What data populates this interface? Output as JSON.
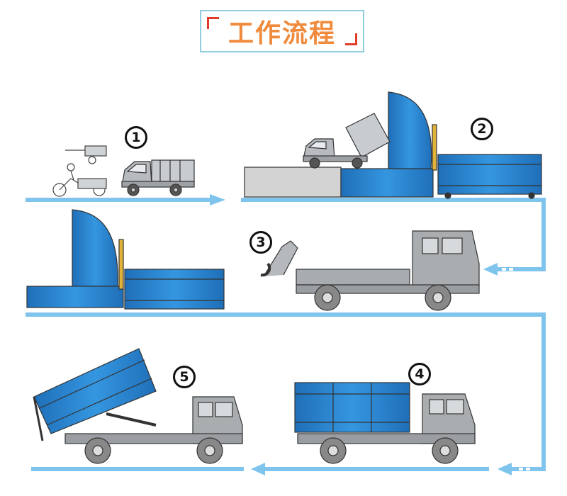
{
  "title": "工作流程",
  "steps": [
    "1",
    "2",
    "3",
    "4",
    "5"
  ],
  "colors": {
    "flow_line": "#7fc4ec",
    "container": "#2d86d4",
    "truck": "#a9adb0",
    "title_text": "#f08a3c",
    "title_border": "#8fcde0",
    "corner": "#e23b2a"
  }
}
